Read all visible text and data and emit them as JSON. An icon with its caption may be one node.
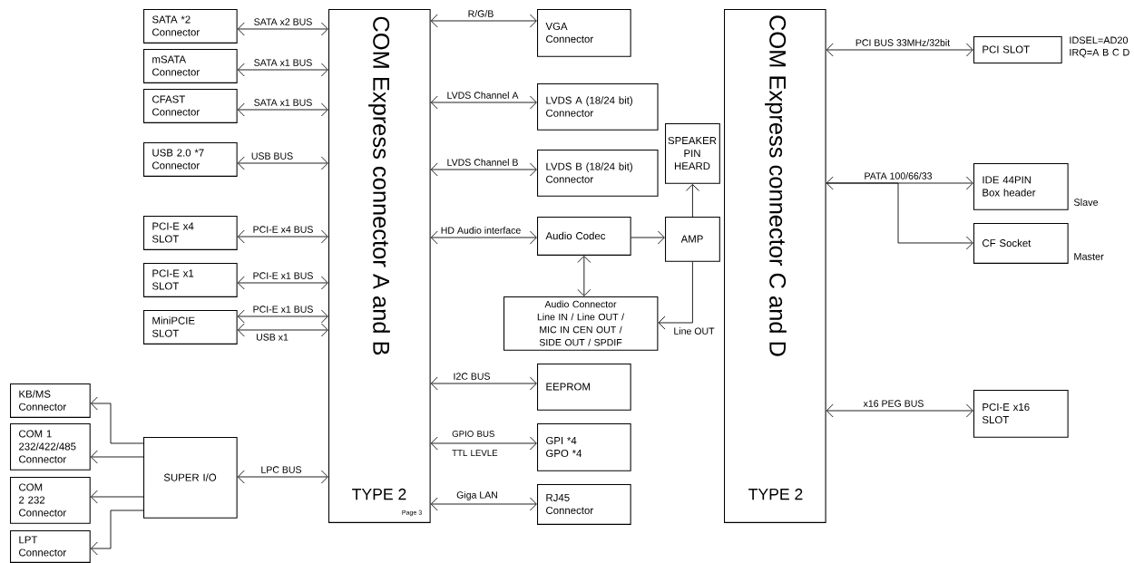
{
  "diagram": {
    "nodes": [
      {
        "text": [
          "SATA *2 Connector"
        ]
      },
      {
        "text": [
          "mSATA Connector"
        ]
      },
      {
        "text": [
          "CFAST Connector"
        ]
      },
      {
        "text": [
          "USB 2.0 *7 Connector"
        ]
      },
      {
        "text": [
          "PCI-E x4 SLOT"
        ]
      },
      {
        "text": [
          "PCI-E x1 SLOT"
        ]
      },
      {
        "text": [
          "MiniPCIE SLOT"
        ]
      },
      {
        "text": [
          "COM Express connector A and B",
          "TYPE 2",
          "Page 3"
        ]
      },
      {
        "text": [
          "VGA Connector"
        ]
      },
      {
        "text": [
          "LVDS A (18/24 bit) Connector"
        ]
      },
      {
        "text": [
          "LVDS B (18/24 bit) Connector"
        ]
      },
      {
        "text": [
          "SPEAKER PIN HEARD"
        ]
      },
      {
        "text": [
          "Audio Codec"
        ]
      },
      {
        "text": [
          "AMP"
        ]
      },
      {
        "text": [
          "Audio Connector",
          "Line IN / Line OUT / MIC IN CEN OUT / SIDE OUT / SPDIF"
        ]
      },
      {
        "text": [
          "EEPROM"
        ]
      },
      {
        "text": [
          "GPI *4 GPO *4"
        ]
      },
      {
        "text": [
          "RJ45 Connector"
        ]
      },
      {
        "text": [
          "SUPER I/O"
        ]
      },
      {
        "text": [
          "KB/MS Connector"
        ]
      },
      {
        "text": [
          "COM 1 232/422/485 Connector"
        ]
      },
      {
        "text": [
          "COM 2 232 Connector"
        ]
      },
      {
        "text": [
          "LPT Connector"
        ]
      },
      {
        "text": [
          "COM Express connector C and D",
          "TYPE 2"
        ]
      },
      {
        "text": [
          "PCI SLOT"
        ],
        "beside": [
          "IDSEL=AD20 IRQ=A B C D"
        ]
      },
      {
        "text": [
          "IDE 44PIN Box header"
        ],
        "beside": [
          "Slave"
        ]
      },
      {
        "text": [
          "CF Socket"
        ],
        "beside": [
          "Master"
        ]
      },
      {
        "text": [
          "PCI-E x16 SLOT"
        ]
      }
    ],
    "edges": [
      {
        "from": 0,
        "to": 7,
        "arrow": "both",
        "label": "SATA x2 BUS"
      },
      {
        "from": 1,
        "to": 7,
        "arrow": "both",
        "label": "SATA x1 BUS"
      },
      {
        "from": 2,
        "to": 7,
        "arrow": "both",
        "label": "SATA x1 BUS"
      },
      {
        "from": 3,
        "to": 7,
        "arrow": "both",
        "label": "USB BUS"
      },
      {
        "from": 4,
        "to": 7,
        "arrow": "both",
        "label": "PCI-E x4 BUS"
      },
      {
        "from": 5,
        "to": 7,
        "arrow": "both",
        "label": "PCI-E x1 BUS"
      },
      {
        "from": 6,
        "to": 7,
        "arrow": "both",
        "label": "PCI-E x1 BUS"
      },
      {
        "from": 6,
        "to": 7,
        "arrow": "both",
        "label": "USB x1"
      },
      {
        "from": 18,
        "to": 7,
        "arrow": "both",
        "label": "LPC BUS"
      },
      {
        "from": 18,
        "to": 19,
        "arrow": "to"
      },
      {
        "from": 18,
        "to": 20,
        "arrow": "to"
      },
      {
        "from": 18,
        "to": 21,
        "arrow": "to"
      },
      {
        "from": 18,
        "to": 22,
        "arrow": "to"
      },
      {
        "from": 7,
        "to": 8,
        "arrow": "both",
        "label": "R/G/B"
      },
      {
        "from": 7,
        "to": 9,
        "arrow": "both",
        "label": "LVDS Channel A"
      },
      {
        "from": 7,
        "to": 10,
        "arrow": "both",
        "label": "LVDS Channel B"
      },
      {
        "from": 7,
        "to": 12,
        "arrow": "both",
        "label": "HD Audio interface"
      },
      {
        "from": 12,
        "to": 13,
        "arrow": "to"
      },
      {
        "from": 13,
        "to": 11,
        "arrow": "to"
      },
      {
        "from": 12,
        "to": 14,
        "arrow": "both"
      },
      {
        "from": 13,
        "to": 14,
        "arrow": "to",
        "label": "Line OUT"
      },
      {
        "from": 7,
        "to": 15,
        "arrow": "both",
        "label": "I2C BUS"
      },
      {
        "from": 7,
        "to": 16,
        "arrow": "both",
        "label": "GPIO BUS TTL LEVLE"
      },
      {
        "from": 7,
        "to": 17,
        "arrow": "both",
        "label": "Giga LAN"
      },
      {
        "from": 23,
        "to": 24,
        "arrow": "both",
        "label": "PCI BUS 33MHz/32bit"
      },
      {
        "from": 23,
        "to": 25,
        "arrow": "both",
        "label": "PATA 100/66/33"
      },
      {
        "from": 23,
        "to": 26,
        "arrow": "to"
      },
      {
        "from": 23,
        "to": 27,
        "arrow": "both",
        "label": "x16 PEG BUS"
      }
    ]
  }
}
